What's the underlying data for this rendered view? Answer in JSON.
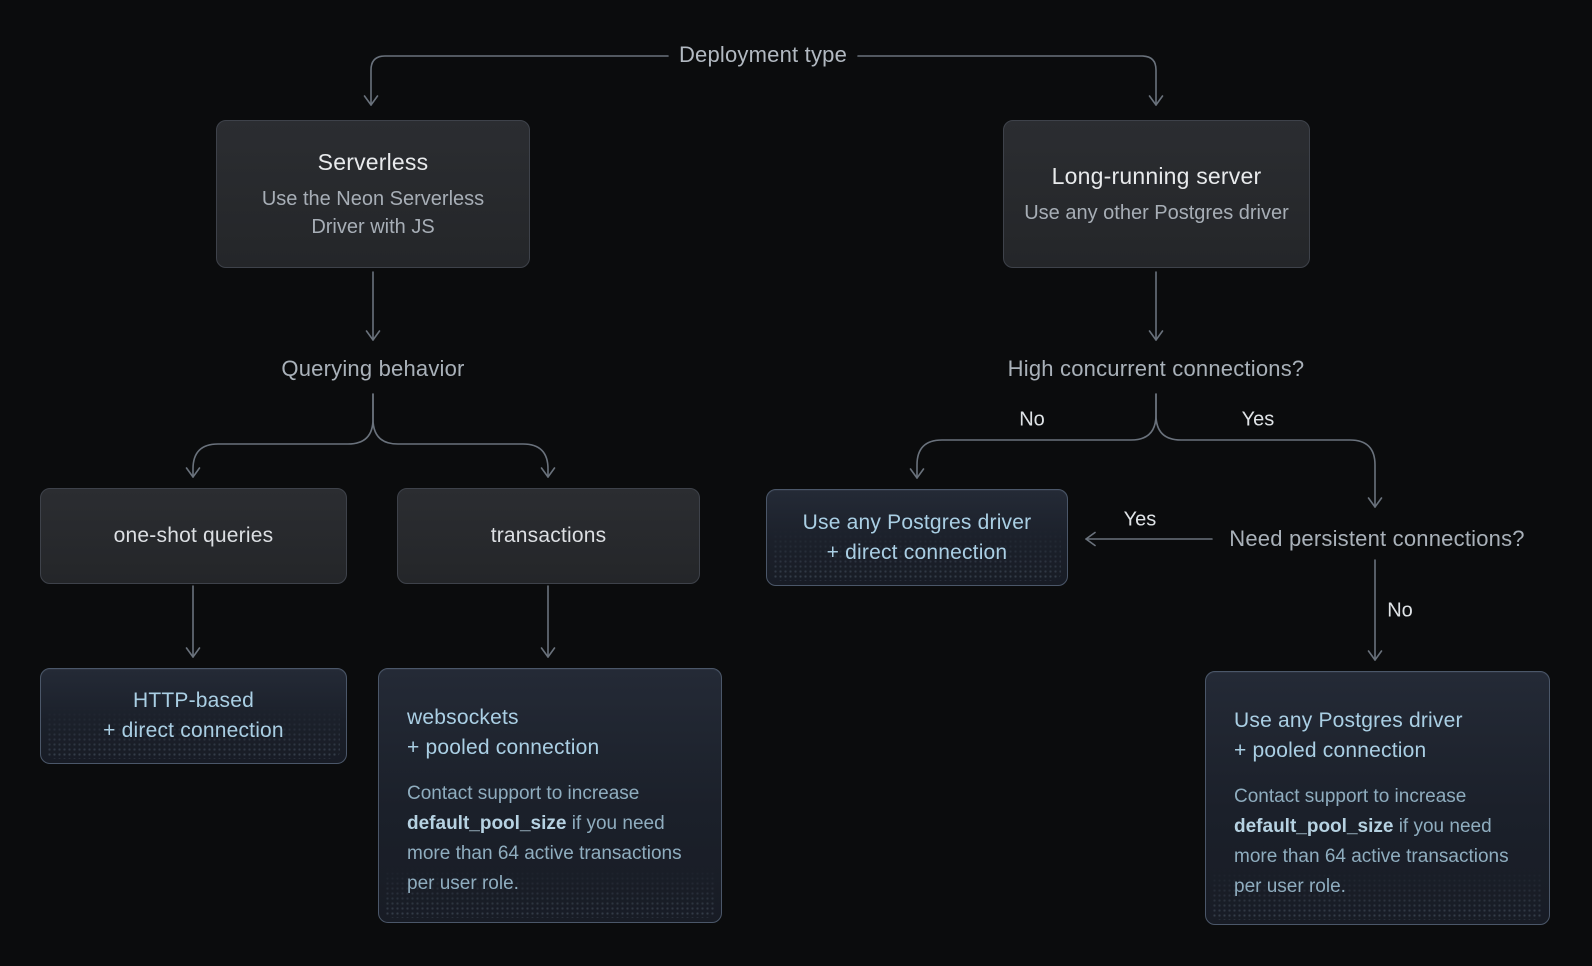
{
  "colors": {
    "background": "#0b0c0d",
    "edge_line": "#6a727c",
    "dark_box_bg": "#27292d",
    "dark_box_border": "#3e424a",
    "blue_box_bg": "#1d222c",
    "blue_box_border": "#4b5769",
    "blue_text": "#aacfe4",
    "support_text": "#8fadbf",
    "title_text": "#e8eaec",
    "label_text": "#a9b1b9"
  },
  "labels": {
    "deployment_type": "Deployment type",
    "querying_behavior": "Querying behavior",
    "high_concurrent": "High concurrent connections?",
    "need_persistent": "Need persistent connections?"
  },
  "edge_labels": {
    "no1": "No",
    "yes1": "Yes",
    "yes2": "Yes",
    "no2": "No"
  },
  "nodes": {
    "serverless": {
      "title": "Serverless",
      "subtitle": "Use the Neon Serverless Driver with JS"
    },
    "long_running": {
      "title": "Long-running server",
      "subtitle": "Use any other Postgres driver"
    },
    "one_shot": {
      "label": "one-shot queries"
    },
    "transactions": {
      "label": "transactions"
    },
    "direct_driver": {
      "line1": "Use any Postgres driver",
      "line2": "+ direct connection"
    },
    "http_based": {
      "line1": "HTTP-based",
      "line2": "+ direct connection"
    },
    "websockets": {
      "line1": "websockets",
      "line2": "+ pooled connection",
      "support_prefix": "Contact support to increase ",
      "support_bold": "default_pool_size",
      "support_suffix": " if you need more than 64 active transactions per user role."
    },
    "pooled_driver": {
      "line1": "Use any Postgres driver",
      "line2": "+ pooled connection",
      "support_prefix": "Contact support to increase ",
      "support_bold": "default_pool_size",
      "support_suffix": " if you need more than 64 active transactions per user role."
    }
  }
}
